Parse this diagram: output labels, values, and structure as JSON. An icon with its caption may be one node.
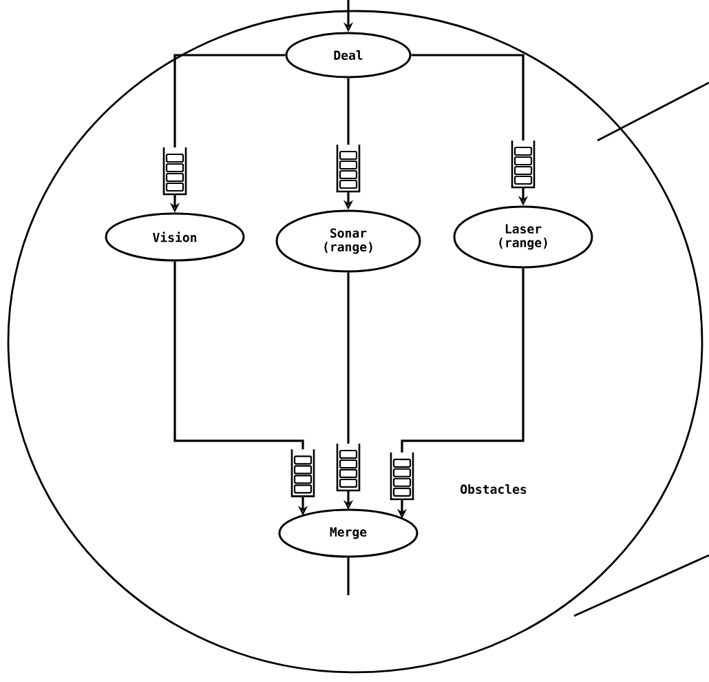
{
  "diagram": {
    "nodes": [
      {
        "text": [
          "Deal"
        ]
      },
      {
        "text": [
          "Vision"
        ]
      },
      {
        "text": [
          "Sonar (range)"
        ]
      },
      {
        "text": [
          "Laser (range)"
        ]
      },
      {
        "text": [
          "Merge"
        ]
      }
    ],
    "edges": [
      {
        "from": null,
        "to": 0,
        "arrow": "to"
      },
      {
        "from": 0,
        "to": 1,
        "arrow": "to"
      },
      {
        "from": 0,
        "to": 2,
        "arrow": "to"
      },
      {
        "from": 0,
        "to": 3,
        "arrow": "to"
      },
      {
        "from": 1,
        "to": 4,
        "arrow": "to"
      },
      {
        "from": 2,
        "to": 4,
        "arrow": "to"
      },
      {
        "from": 3,
        "to": 4,
        "arrow": "to"
      },
      {
        "from": 4,
        "to": null,
        "arrow": "none"
      }
    ],
    "labels": [
      "Obstacles"
    ]
  }
}
